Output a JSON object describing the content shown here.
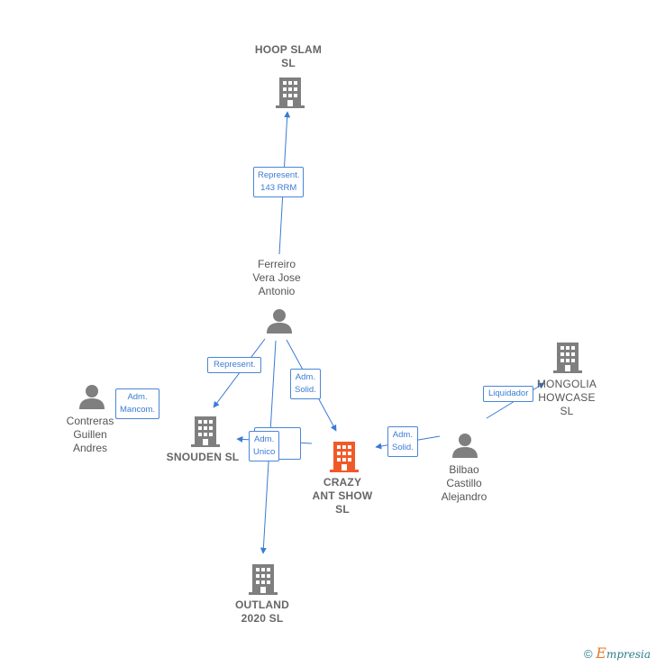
{
  "nodes": {
    "hoop_slam": {
      "lines": [
        "HOOP SLAM",
        "SL"
      ]
    },
    "ferreiro": {
      "lines": [
        "Ferreiro",
        "Vera Jose",
        "Antonio"
      ]
    },
    "contreras": {
      "lines": [
        "Contreras",
        "Guillen",
        "Andres"
      ]
    },
    "snouden": {
      "lines": [
        "SNOUDEN  SL"
      ]
    },
    "crazy_ant": {
      "lines": [
        "CRAZY",
        "ANT SHOW",
        "SL"
      ]
    },
    "bilbao": {
      "lines": [
        "Bilbao",
        "Castillo",
        "Alejandro"
      ]
    },
    "mongolia": {
      "lines": [
        "MONGOLIA",
        "HOWCASE",
        "SL"
      ]
    },
    "outland": {
      "lines": [
        "OUTLAND",
        "2020  SL"
      ]
    }
  },
  "edge_labels": {
    "represent_143": [
      "Represent.",
      "143 RRM"
    ],
    "represent": [
      "Represent."
    ],
    "adm_solid_1": [
      "Adm.",
      "Solid."
    ],
    "adm_mancom": [
      "Adm.",
      "Mancom."
    ],
    "adm_unico": [
      "Adm.",
      "Unico"
    ],
    "adm_solid_2": [
      "Adm.",
      "Solid."
    ],
    "liquidador": [
      "Liquidador"
    ]
  },
  "colors": {
    "edge": "#3a7bd5",
    "company_icon": "#7f7f7f",
    "focus_company_icon": "#f05a28",
    "person_icon": "#7f7f7f"
  },
  "footer": {
    "copyright": "©",
    "brand_initial": "E",
    "brand_rest": "mpresia"
  }
}
